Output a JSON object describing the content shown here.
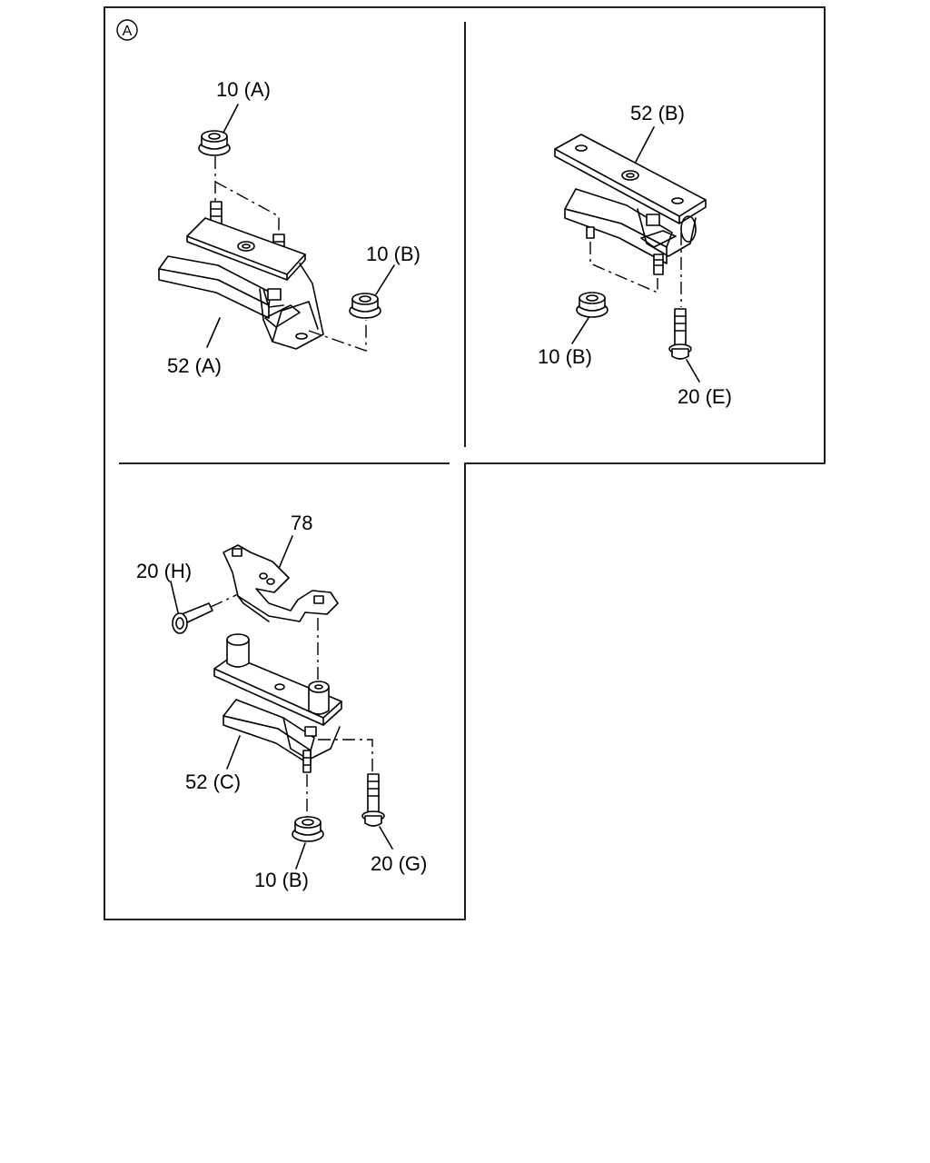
{
  "view_marker": "A",
  "panels": {
    "top_left": {
      "labels": {
        "nut_top": "10 (A)",
        "nut_side": "10 (B)",
        "mount": "52 (A)"
      }
    },
    "top_right": {
      "labels": {
        "mount": "52 (B)",
        "nut": "10 (B)",
        "bolt": "20 (E)"
      }
    },
    "bottom_left": {
      "labels": {
        "bracket": "78",
        "bolt_side": "20 (H)",
        "mount": "52 (C)",
        "nut": "10 (B)",
        "bolt_bottom": "20 (G)"
      }
    }
  }
}
